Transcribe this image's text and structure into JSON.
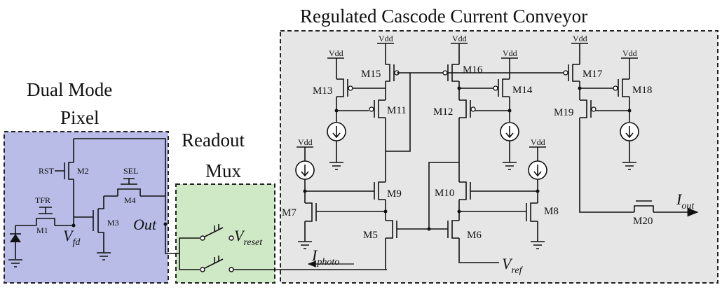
{
  "sections": {
    "pixel": {
      "title_line1": "Dual Mode",
      "title_line2": "Pixel",
      "fill": "#b8bce6"
    },
    "mux": {
      "title_line1": "Readout",
      "title_line2": "Mux",
      "fill": "#cfe8c6"
    },
    "conveyor": {
      "title": "Regulated Cascode Current Conveyor",
      "fill": "#e6e6e6"
    }
  },
  "labels": {
    "rst": "RST",
    "tfr": "TFR",
    "sel": "SEL",
    "m1": "M1",
    "m2": "M2",
    "m3": "M3",
    "m4": "M4",
    "m5": "M5",
    "m6": "M6",
    "m7": "M7",
    "m8": "M8",
    "m9": "M9",
    "m10": "M10",
    "m11": "M11",
    "m12": "M12",
    "m13": "M13",
    "m14": "M14",
    "m15": "M15",
    "m16": "M16",
    "m17": "M17",
    "m18": "M18",
    "m19": "M19",
    "m20": "M20",
    "vdd": "Vdd",
    "vfd": "V",
    "vfd_sub": "fd",
    "out": "Out",
    "vreset": "V",
    "vreset_sub": "reset",
    "vref": "V",
    "vref_sub": "ref",
    "iphoto": "I",
    "iphoto_sub": "photo",
    "iout": "I",
    "iout_sub": "out"
  },
  "colors": {
    "wire": "#111111",
    "border": "#222222"
  }
}
